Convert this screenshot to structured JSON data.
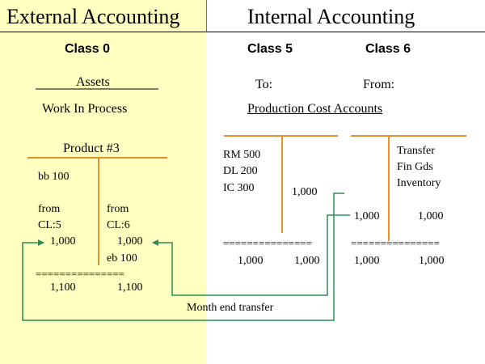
{
  "colors": {
    "left_panel": "#ffffc0",
    "t_account": "#e8902c",
    "arrow": "#2e8b57",
    "divider": "#00a0a0"
  },
  "headers": {
    "external": "External Accounting",
    "internal": "Internal Accounting"
  },
  "classes": {
    "c0": "Class 0",
    "c5": "Class 5",
    "c6": "Class 6"
  },
  "left": {
    "assets": "Assets",
    "wip": "Work In Process",
    "product_title": "Product #3",
    "debit": {
      "bb": "bb 100",
      "from": "from",
      "cl": "CL:5",
      "amount": "1,000"
    },
    "credit": {
      "from": "from",
      "cl": "CL:6",
      "amount": "1,000",
      "eb": "eb  100"
    },
    "rule": "===============",
    "total_debit": "1,100",
    "total_credit": "1,100"
  },
  "middle": {
    "to": "To:",
    "prod_cost": "Production Cost Accounts",
    "rm": "RM   500",
    "dl": "DL     200",
    "ic": "IC     300",
    "credit_amount": "1,000",
    "rule": "===============",
    "total_debit": "1,000",
    "total_credit": "1,000"
  },
  "right": {
    "from": "From:",
    "transfer_l1": "Transfer",
    "transfer_l2": "Fin Gds",
    "transfer_l3": "Inventory",
    "debit_amount": "1,000",
    "credit_amount": "1,000",
    "rule": "===============",
    "total_debit": "1,000",
    "total_credit": "1,000"
  },
  "arrow_label": "Month end transfer"
}
